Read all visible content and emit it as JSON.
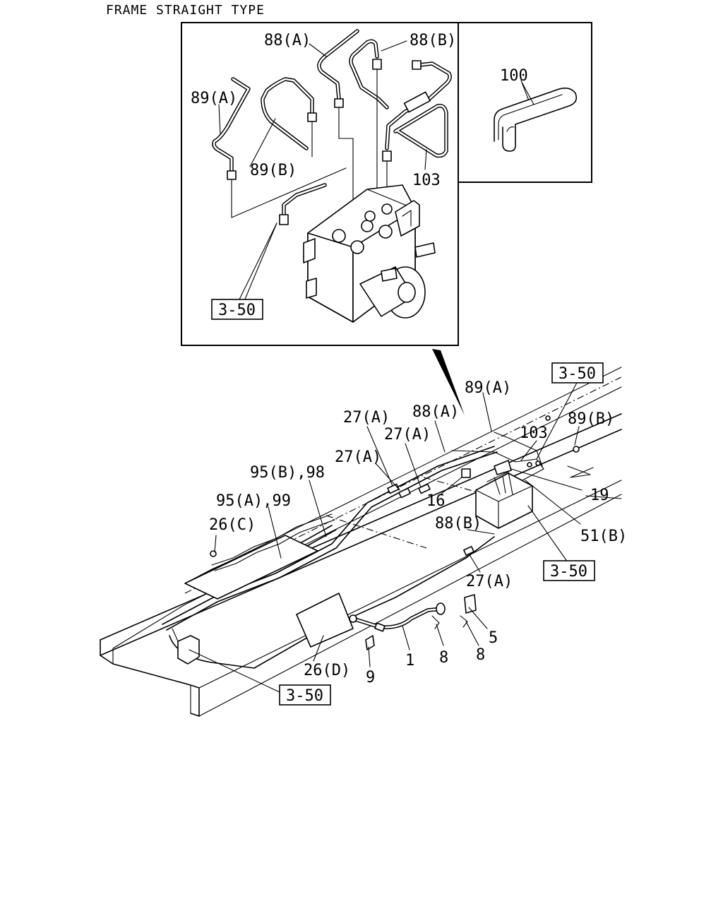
{
  "header": {
    "title": "FRAME STRAIGHT TYPE"
  },
  "inset_labels": {
    "l88a": "88(A)",
    "l88b": "88(B)",
    "l89a": "89(A)",
    "l89b": "89(B)",
    "l100": "100",
    "l103": "103",
    "ref": "3-50"
  },
  "main_labels": {
    "ref_top": "3-50",
    "l89a": "89(A)",
    "l88a": "88(A)",
    "l89b": "89(B)",
    "l27a_1": "27(A)",
    "l27a_2": "27(A)",
    "l27a_3": "27(A)",
    "l103": "103",
    "l95b98": "95(B),98",
    "l95a99": "95(A),99",
    "l19": "19",
    "l16": "16",
    "l26c": "26(C)",
    "l88b": "88(B)",
    "l51b": "51(B)",
    "ref_mid": "3-50",
    "l27a_4": "27(A)",
    "l5": "5",
    "l8a": "8",
    "l8b": "8",
    "l1": "1",
    "l26d": "26(D)",
    "l9": "9",
    "ref_bot": "3-50"
  }
}
